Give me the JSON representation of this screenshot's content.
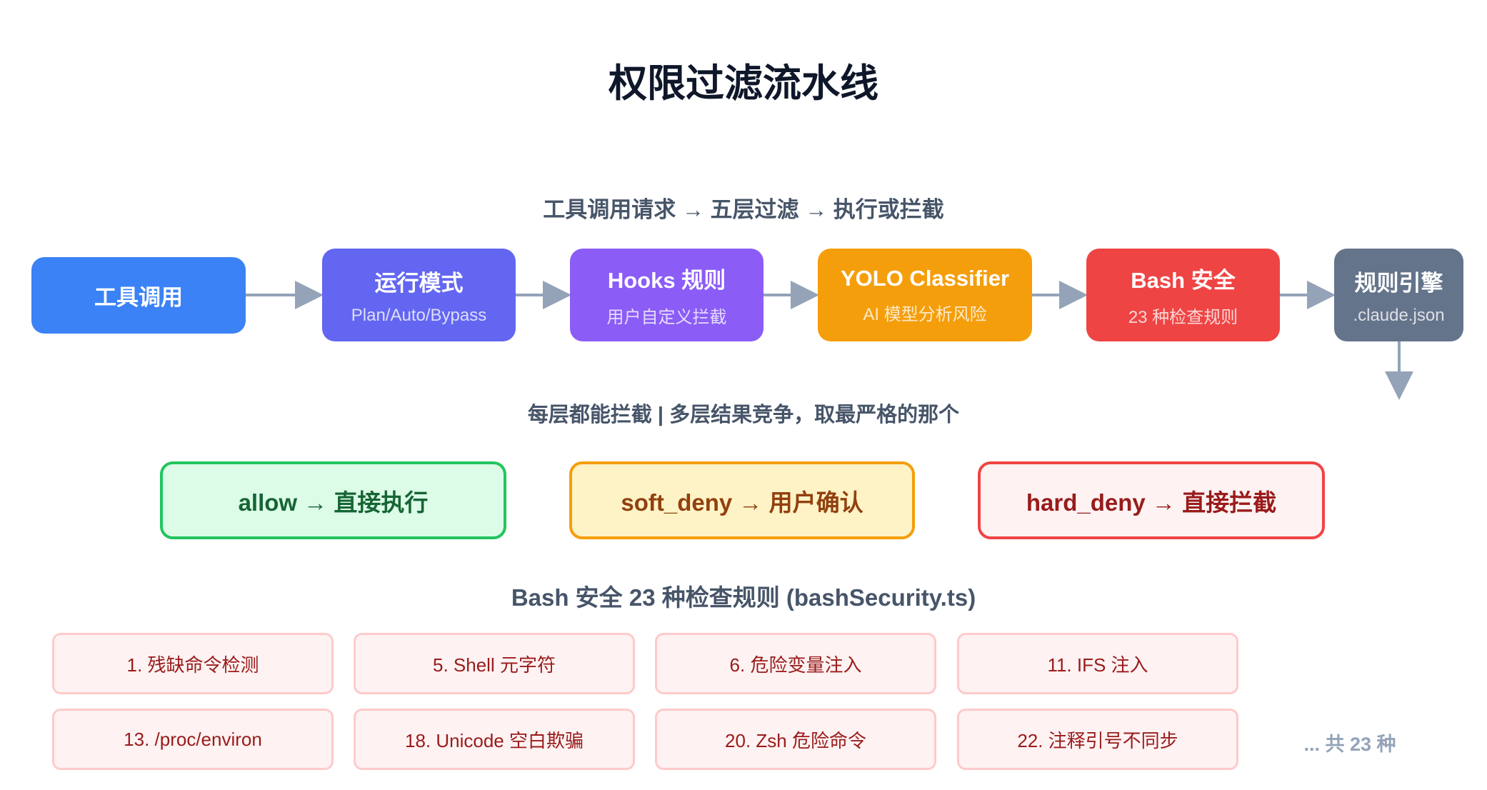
{
  "title": "权限过滤流水线",
  "flow_subtitle": "工具调用请求 → 五层过滤 → 执行或拦截",
  "pipeline": [
    {
      "title": "工具调用",
      "subtitle": null,
      "color": "#3b82f6"
    },
    {
      "title": "运行模式",
      "subtitle": "Plan/Auto/Bypass",
      "color": "#6366f1"
    },
    {
      "title": "Hooks 规则",
      "subtitle": "用户自定义拦截",
      "color": "#8b5cf6"
    },
    {
      "title": "YOLO Classifier",
      "subtitle": "AI 模型分析风险",
      "color": "#f59e0b"
    },
    {
      "title": "Bash 安全",
      "subtitle": "23 种检查规则",
      "color": "#ef4444"
    },
    {
      "title": "规则引擎",
      "subtitle": ".claude.json",
      "color": "#64748b"
    }
  ],
  "arrow_color": "#94a3b8",
  "note": "每层都能拦截 | 多层结果竞争，取最严格的那个",
  "decisions": [
    {
      "label": "allow → 直接执行",
      "border": "#22c55e",
      "bg": "#dcfce7",
      "text": "#166534"
    },
    {
      "label": "soft_deny → 用户确认",
      "border": "#f59e0b",
      "bg": "#fef3c7",
      "text": "#92400e"
    },
    {
      "label": "hard_deny → 直接拦截",
      "border": "#ef4444",
      "bg": "#fef2f2",
      "text": "#991b1b"
    }
  ],
  "bash_heading": "Bash 安全 23 种检查规则 (bashSecurity.ts)",
  "rules": [
    "1. 残缺命令检测",
    "5. Shell 元字符",
    "6. 危险变量注入",
    "11. IFS 注入",
    "13. /proc/environ",
    "18. Unicode 空白欺骗",
    "20. Zsh 危险命令",
    "22. 注释引号不同步"
  ],
  "rules_more": "... 共 23 种"
}
